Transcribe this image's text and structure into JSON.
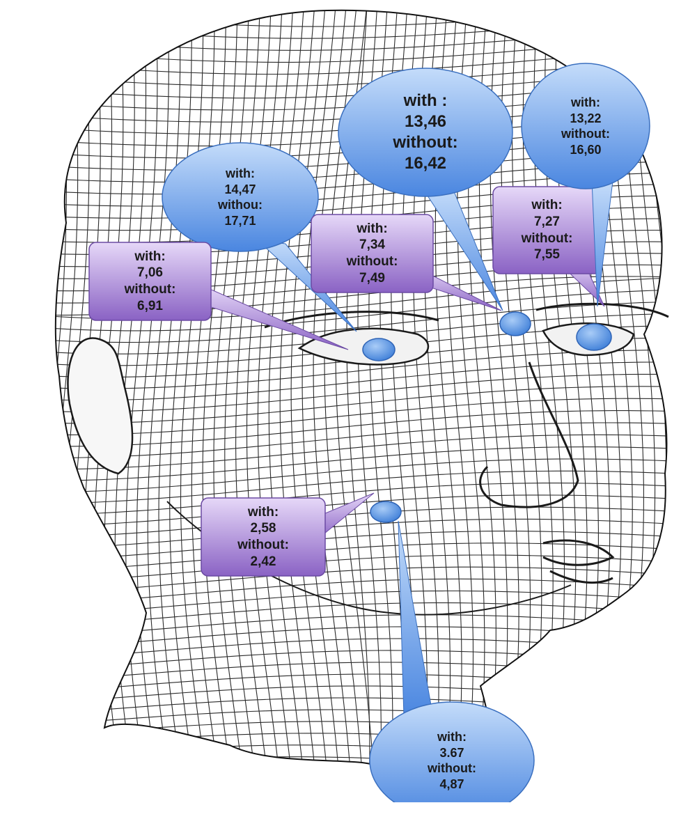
{
  "diagram": {
    "colors": {
      "oval_light": "#b9d4f7",
      "oval_dark": "#4a86e0",
      "oval_stroke": "#3a6fbf",
      "box_light": "#e3d3f7",
      "box_dark": "#8a62c4",
      "box_stroke": "#6b4aa3",
      "mesh": "#222222"
    },
    "callouts": [
      {
        "id": "left-eye-outer-oval",
        "shape": "oval",
        "lines": [
          "with:",
          "14,47",
          "withou:",
          "17,71"
        ]
      },
      {
        "id": "left-eye-outer-box",
        "shape": "box",
        "lines": [
          "with:",
          "7,06",
          "without:",
          "6,91"
        ]
      },
      {
        "id": "left-eye-inner-box",
        "shape": "box",
        "lines": [
          "with:",
          "7,34",
          "without:",
          "7,49"
        ]
      },
      {
        "id": "glabella-oval",
        "shape": "oval",
        "lines": [
          "with :",
          "13,46",
          "without:",
          "16,42"
        ]
      },
      {
        "id": "right-eye-box",
        "shape": "box",
        "lines": [
          "with:",
          "7,27",
          "without:",
          "7,55"
        ]
      },
      {
        "id": "right-eye-oval",
        "shape": "oval",
        "lines": [
          "with:",
          "13,22",
          "without:",
          "16,60"
        ]
      },
      {
        "id": "neck-box",
        "shape": "box",
        "lines": [
          "with:",
          "2,58",
          "without:",
          "2,42"
        ]
      },
      {
        "id": "neck-oval",
        "shape": "oval",
        "lines": [
          "with:",
          "3.67",
          "without:",
          "4,87"
        ]
      }
    ]
  }
}
